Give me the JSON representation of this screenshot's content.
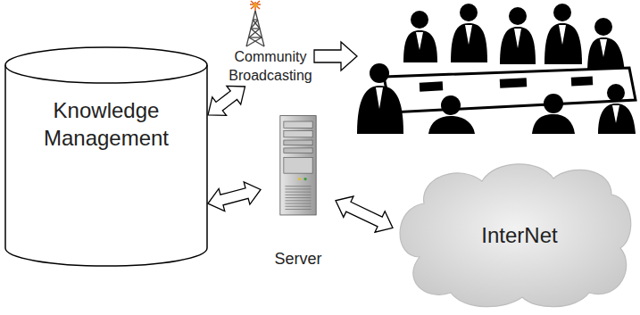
{
  "diagram": {
    "nodes": [
      {
        "text": [
          "Community Broadcasting"
        ]
      },
      {
        "text": [
          "Knowledge Management"
        ]
      },
      {
        "text": [
          "Server"
        ]
      },
      {
        "text": [
          "InterNet"
        ]
      }
    ],
    "edges": [
      {
        "from": 1,
        "to": 0,
        "arrow": "both"
      },
      {
        "from": 1,
        "to": 2,
        "arrow": "both"
      },
      {
        "from": 2,
        "to": 3,
        "arrow": "both"
      }
    ]
  }
}
